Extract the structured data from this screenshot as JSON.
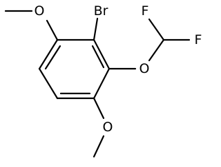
{
  "molecule": {
    "atoms": {
      "bromine": "Br",
      "fluorine_left": "F",
      "fluorine_right": "F",
      "oxygen_difluoromethoxy": "O",
      "oxygen_methoxy_top": "O",
      "oxygen_methoxy_bottom": "O"
    }
  }
}
